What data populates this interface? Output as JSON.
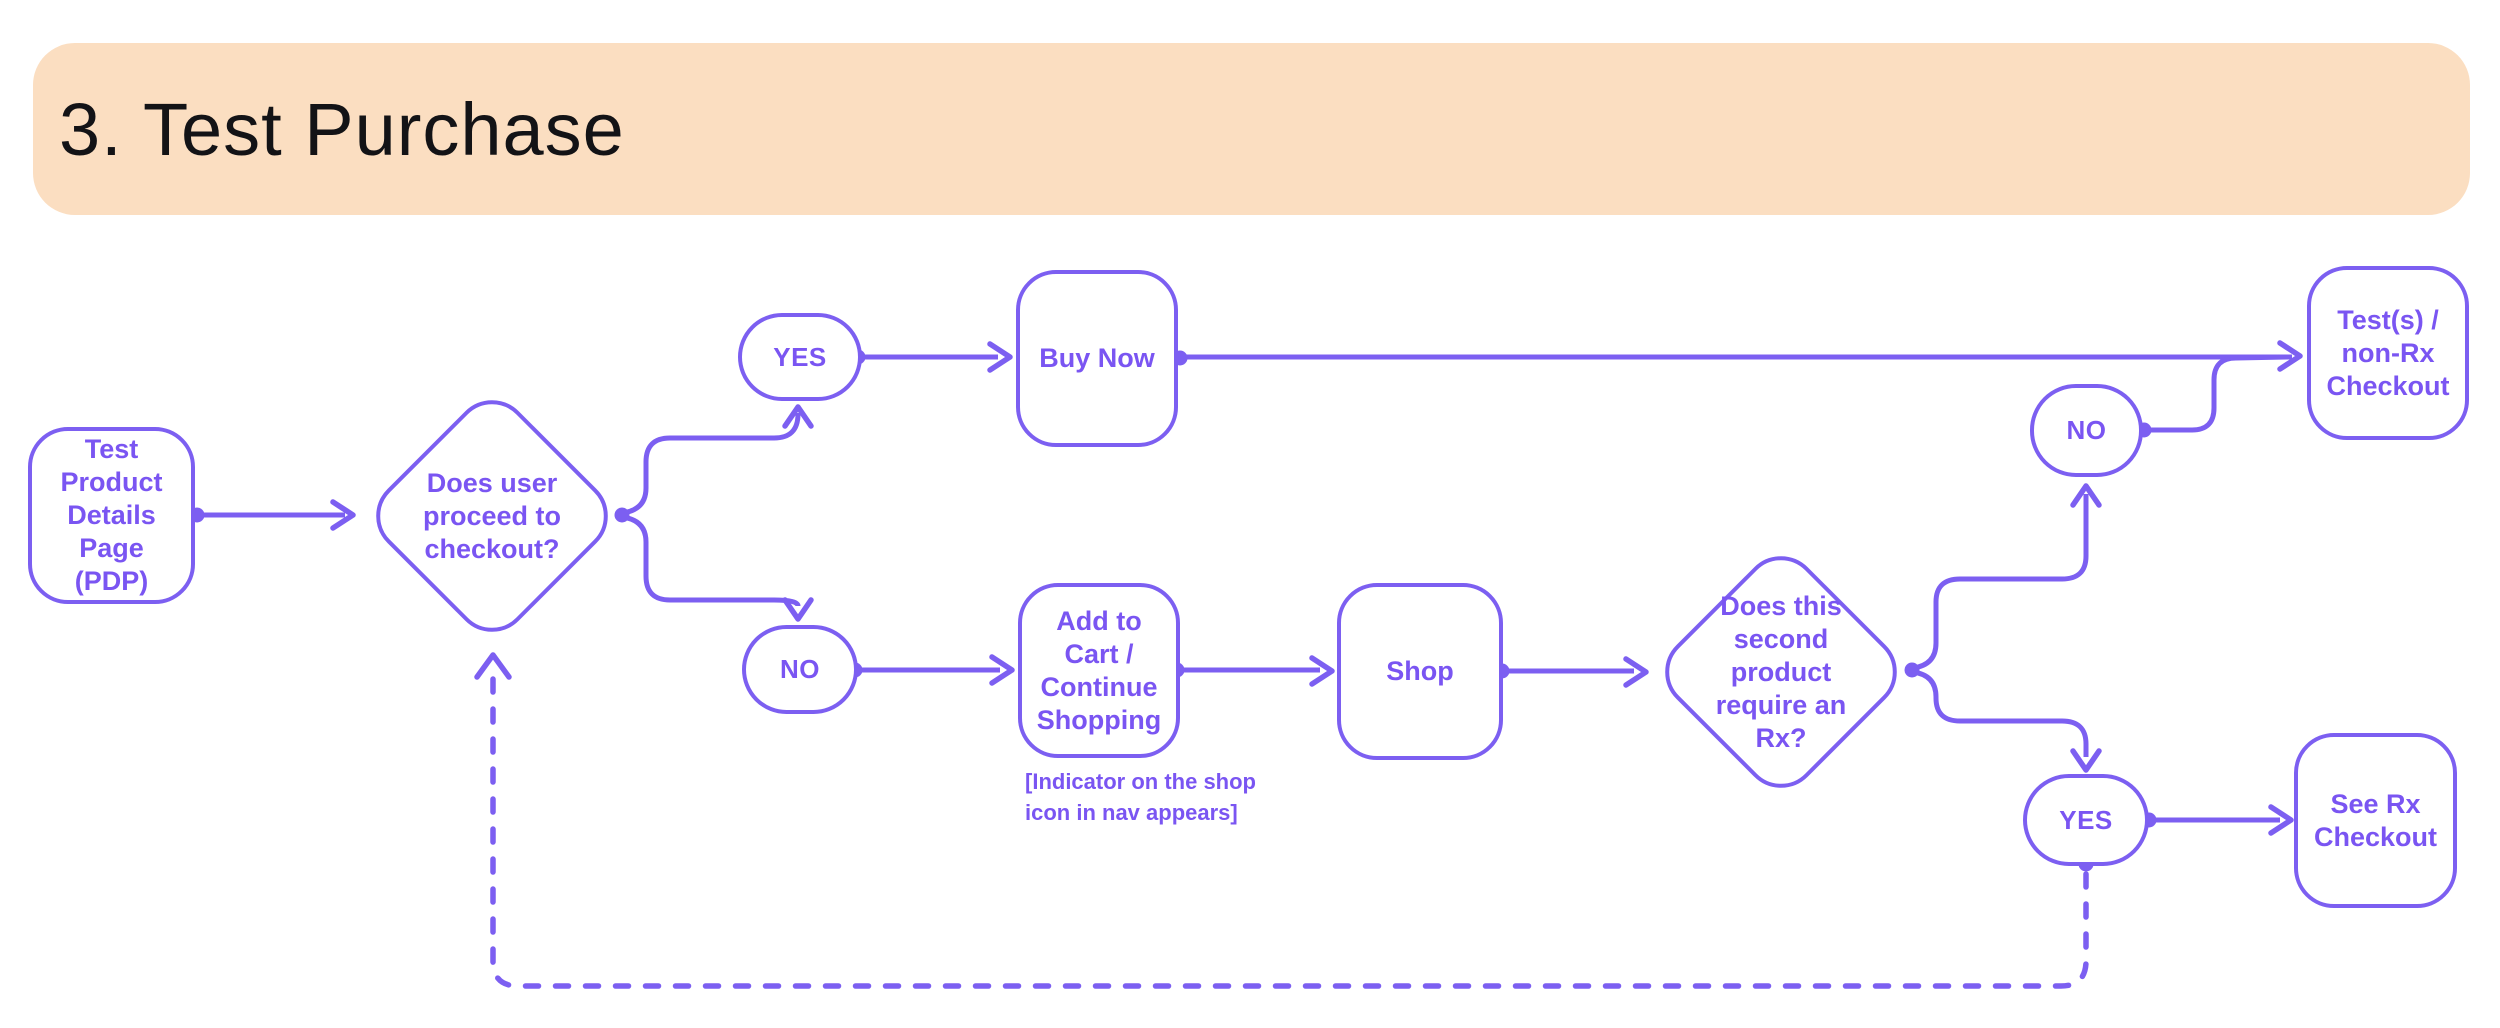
{
  "header": {
    "title": "3. Test Purchase"
  },
  "colors": {
    "accent_purple": "#7C5FF1",
    "node_text_purple": "#7A55F2",
    "header_background": "#FBDEC1",
    "title_text": "#131316",
    "canvas_background": "#FFFFFF"
  },
  "nodes": {
    "pdp": {
      "label": "Test\nProduct\nDetails\nPage\n(PDP)"
    },
    "decision_checkout": {
      "label": "Does user\nproceed to\ncheckout?"
    },
    "yes_checkout": {
      "label": "YES"
    },
    "no_checkout": {
      "label": "NO"
    },
    "buy_now": {
      "label": "Buy Now"
    },
    "add_to_cart": {
      "label": "Add to\nCart /\nContinue\nShopping",
      "note": "[Indicator on the shop\nicon in nav appears]"
    },
    "shop": {
      "label": "Shop"
    },
    "decision_rx": {
      "label": "Does this\nsecond\nproduct\nrequire an\nRx?"
    },
    "no_rx": {
      "label": "NO"
    },
    "yes_rx": {
      "label": "YES"
    },
    "checkout_non_rx": {
      "label": "Test(s) /\nnon-Rx\nCheckout"
    },
    "checkout_rx": {
      "label": "See Rx\nCheckout"
    }
  }
}
